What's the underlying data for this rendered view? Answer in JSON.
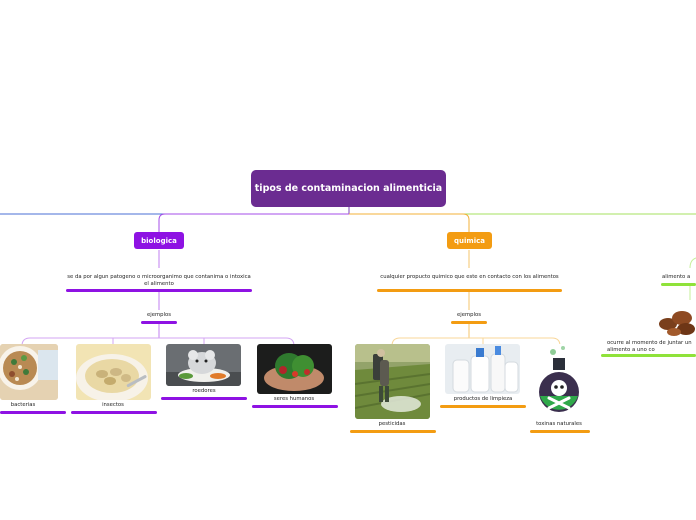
{
  "root": {
    "title": "tipos de contaminacion alimenticia"
  },
  "branches": [
    {
      "label": "biologica",
      "color": "#8e12e3",
      "description": "se da por algun patogeno o microorganimo que contanima o intoxica el alimento",
      "examples_label": "ejemplos",
      "examples": [
        "bacterias",
        "insectos",
        "roedores",
        "seres humanos"
      ]
    },
    {
      "label": "quimica",
      "color": "#f39c12",
      "description": "cualquier propucto quimico que este en contacto con los alimentos",
      "examples_label": "ejemplos",
      "examples": [
        "pesticidas",
        "productos de limpieza",
        "toxinas naturales"
      ]
    },
    {
      "label": "",
      "color": "#8fe23a",
      "description": "alimento a",
      "examples_label": "",
      "examples": [
        "ocurre al momento de juntar un alimento a uno co"
      ]
    }
  ]
}
